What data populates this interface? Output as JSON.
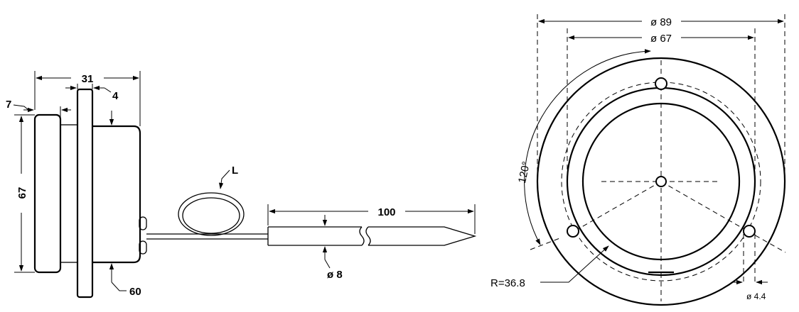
{
  "side_view": {
    "dim_overall_depth": "31",
    "dim_flange": "4",
    "dim_bezel": "7",
    "dim_height": "67",
    "dim_body": "60",
    "coil_label": "L",
    "probe_length": "100",
    "probe_diameter": "ø 8"
  },
  "front_view": {
    "outer_diameter": "ø 89",
    "inner_diameter": "ø 67",
    "hole_angle": "120°",
    "bolt_radius": "R=36.8",
    "hole_diameter": "ø 4.4"
  }
}
